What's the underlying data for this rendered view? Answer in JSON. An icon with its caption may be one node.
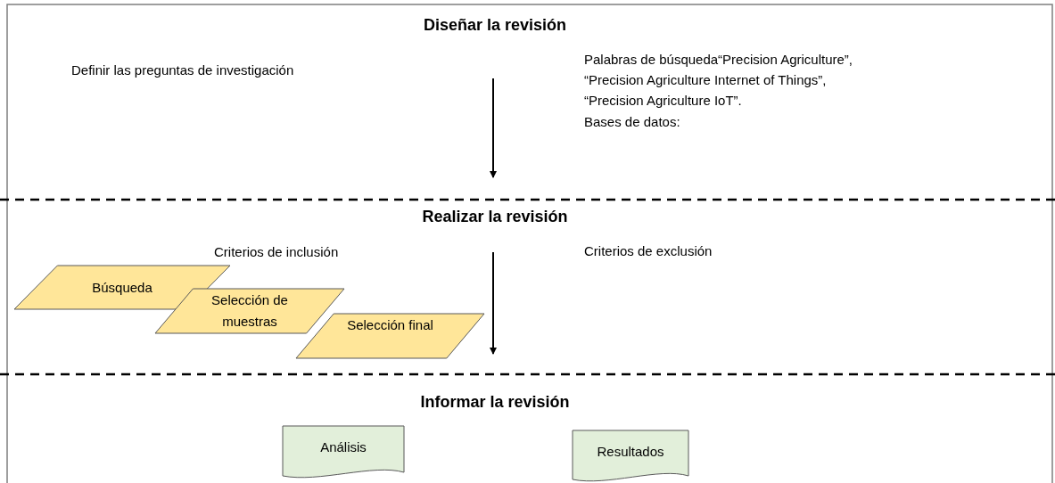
{
  "diagram": {
    "nodes": [
      {
        "text": [
          "Búsqueda"
        ]
      },
      {
        "text": [
          "Selección de muestras"
        ]
      },
      {
        "text": [
          "Selección final"
        ]
      },
      {
        "text": [
          "Análisis"
        ]
      },
      {
        "text": [
          "Resultados"
        ]
      }
    ],
    "labels": [
      "Diseñar la revisión",
      "Definir las preguntas de investigación",
      "Palabras de búsqueda“Precision Agriculture”,",
      "“Precision Agriculture Internet of Things”,",
      "“Precision Agriculture IoT”.",
      "Bases de datos:",
      "Realizar la revisión",
      "Criterios de inclusión",
      "Criterios de exclusión",
      "Informar la revisión"
    ]
  }
}
